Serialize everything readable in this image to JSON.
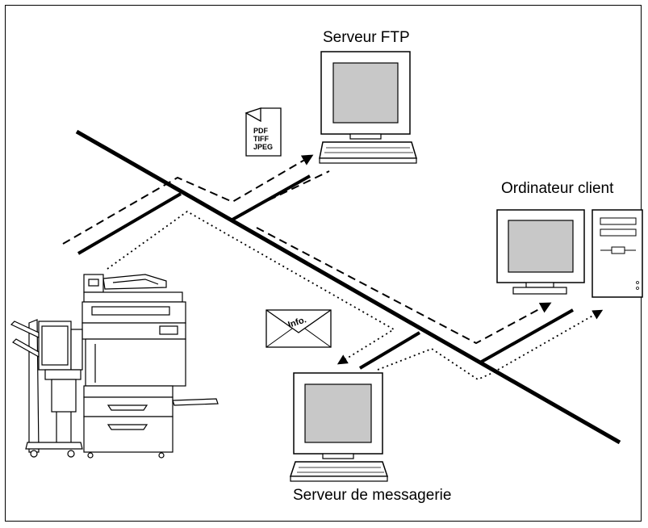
{
  "labels": {
    "ftp_server": "Serveur FTP",
    "client_computer": "Ordinateur client",
    "mail_server": "Serveur de messagerie"
  },
  "document_icon": {
    "formats": [
      "PDF",
      "TIFF",
      "JPEG"
    ]
  },
  "envelope_icon": {
    "text": "Info."
  },
  "colors": {
    "line": "#000000",
    "screen": "#c8c8c8",
    "background": "#ffffff"
  }
}
